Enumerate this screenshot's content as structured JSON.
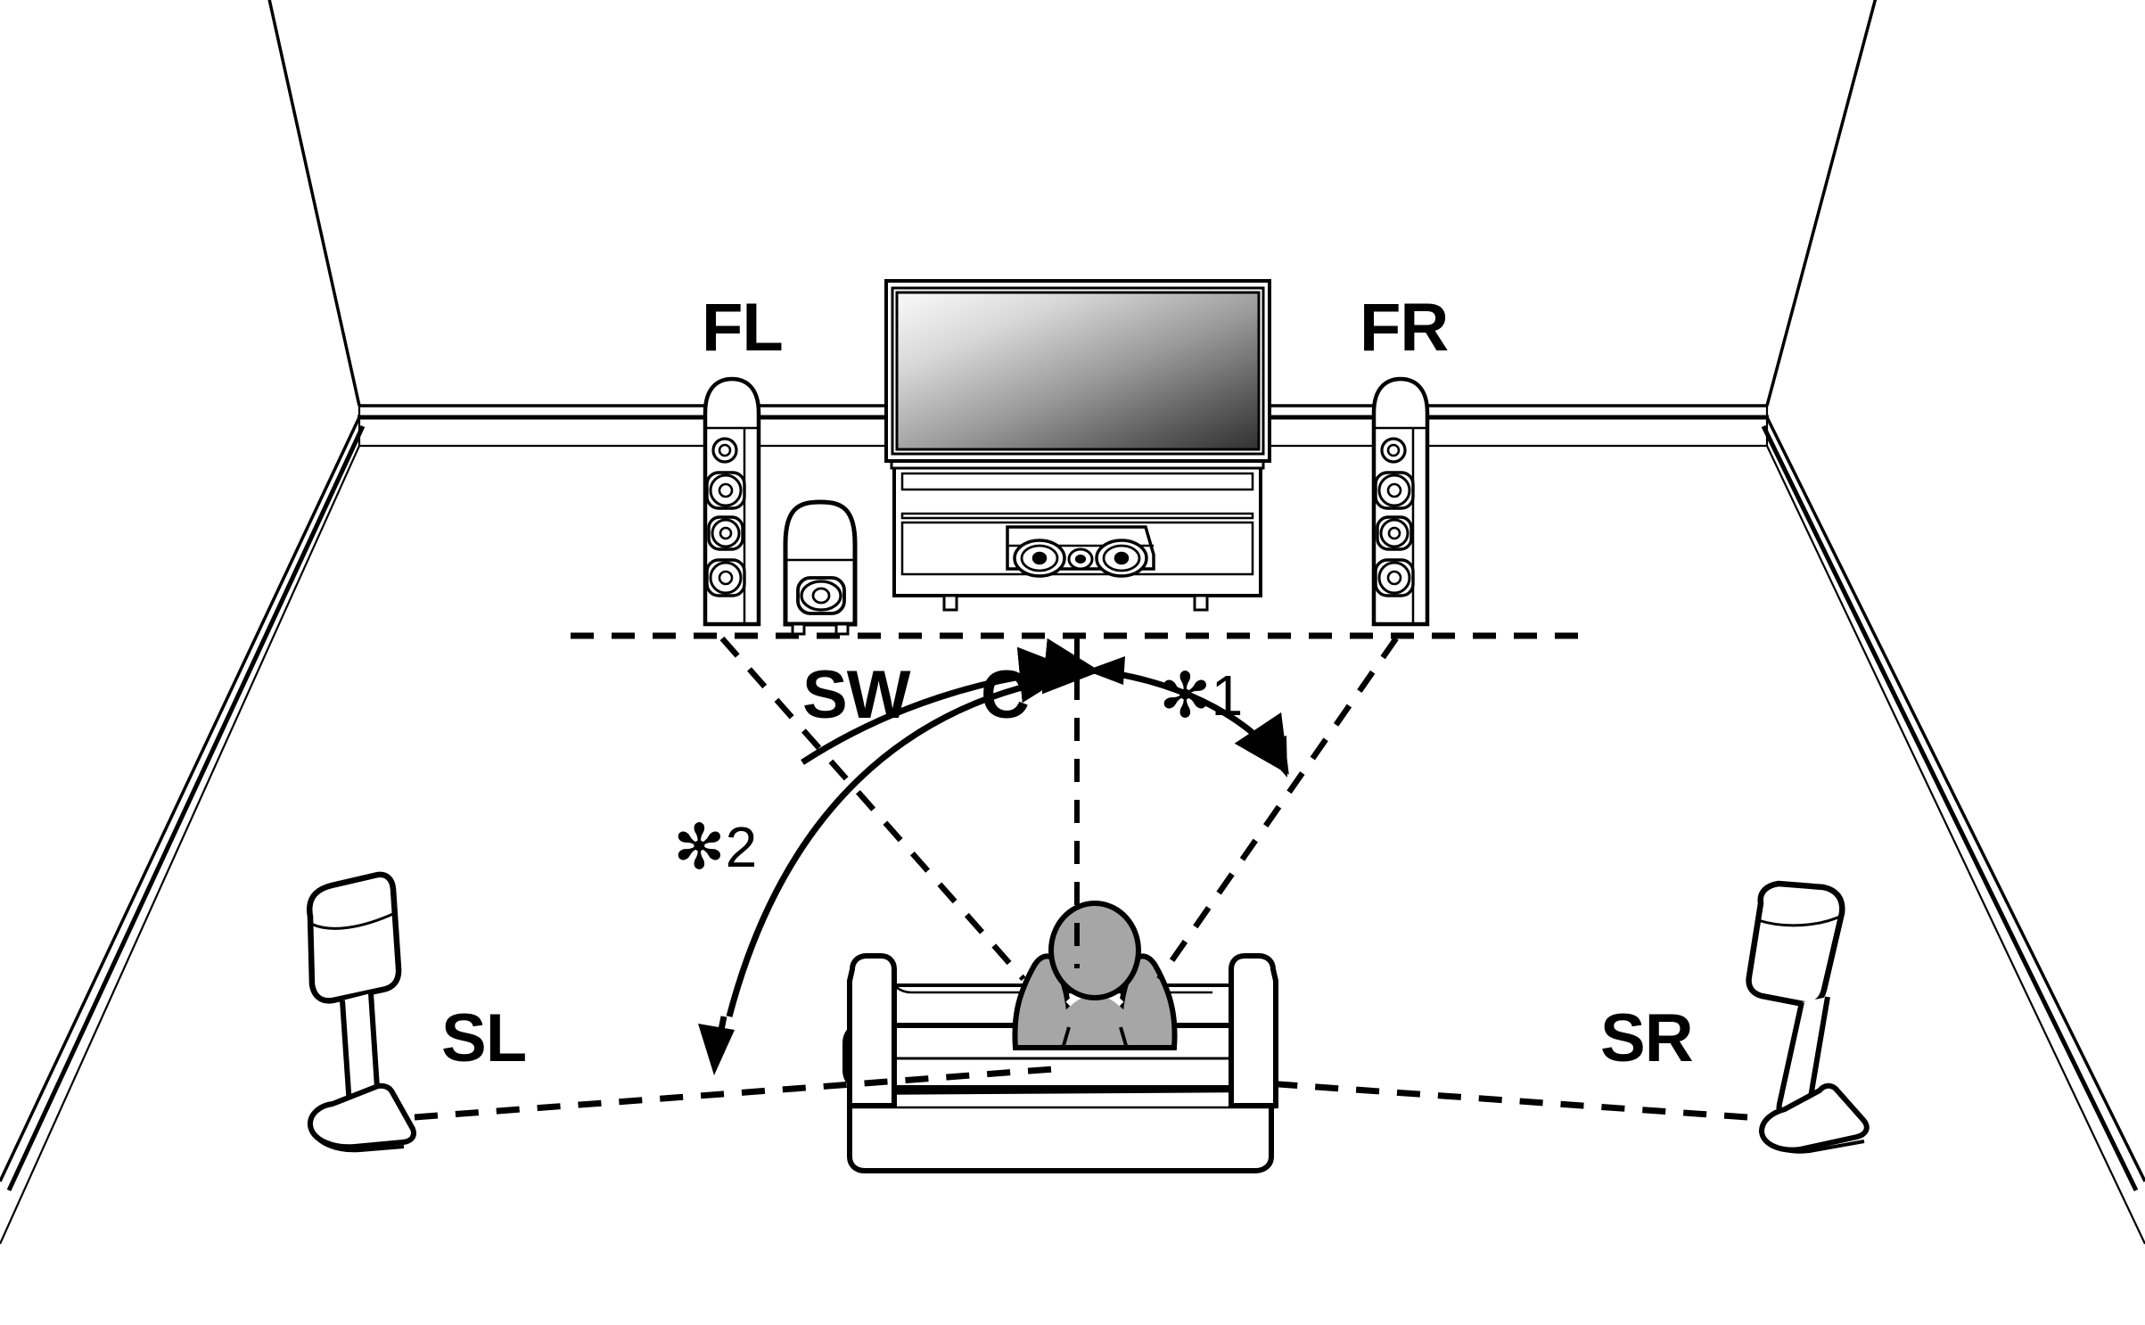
{
  "diagram": {
    "title": "5.1-channel speaker layout",
    "type": "speaker-placement-room-diagram",
    "view": "one-point-perspective room interior",
    "colors": {
      "line": "#000000",
      "background": "#ffffff",
      "person_fill": "#a6a6a6",
      "screen_gradient_light": "#f2f2f2",
      "screen_gradient_dark": "#3a3a3a"
    }
  },
  "labels": {
    "front_left": "FL",
    "front_right": "FR",
    "center": "C",
    "subwoofer": "SW",
    "surround_left": "SL",
    "surround_right": "SR",
    "note_one": "1",
    "note_two": "2",
    "asterisk_glyph": "✻"
  },
  "annotations": [
    {
      "id": "angle-1",
      "marker": "✻1",
      "description": "Angle between center axis and front speaker direction, shown by double-headed arc"
    },
    {
      "id": "angle-2",
      "marker": "✻2",
      "description": "Angle from center axis to surround speaker direction, shown by single-headed arc"
    }
  ],
  "speakers": [
    {
      "id": "FL",
      "label": "FL",
      "kind": "floorstanding-tower",
      "drivers": 4,
      "position": "front-left"
    },
    {
      "id": "FR",
      "label": "FR",
      "kind": "floorstanding-tower",
      "drivers": 4,
      "position": "front-right"
    },
    {
      "id": "C",
      "label": "C",
      "kind": "center-channel",
      "drivers": 3,
      "position": "front-center-in-cabinet"
    },
    {
      "id": "SW",
      "label": "SW",
      "kind": "subwoofer",
      "drivers": 1,
      "position": "front-left-of-cabinet"
    },
    {
      "id": "SL",
      "label": "SL",
      "kind": "stand-mounted-surround",
      "drivers": 0,
      "position": "side-left"
    },
    {
      "id": "SR",
      "label": "SR",
      "kind": "stand-mounted-surround",
      "drivers": 0,
      "position": "side-right"
    }
  ],
  "furniture": [
    {
      "id": "tv",
      "name": "flat-panel-television"
    },
    {
      "id": "tv-stand",
      "name": "av-cabinet"
    },
    {
      "id": "sofa",
      "name": "three-seat-sofa"
    },
    {
      "id": "listener",
      "name": "seated-listener"
    }
  ]
}
